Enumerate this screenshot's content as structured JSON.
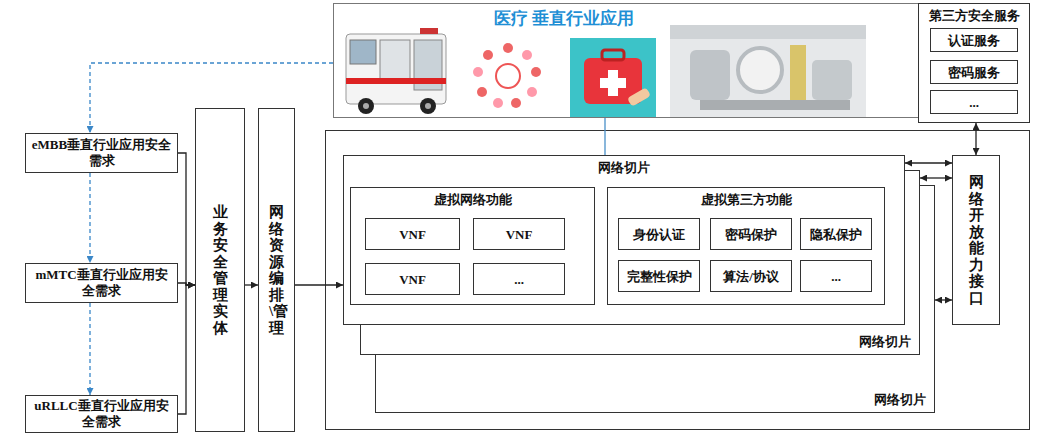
{
  "diagram": {
    "nodes": [
      {
        "text": [
          "医疗 垂直行业应用"
        ]
      },
      {
        "text": [
          "第三方安全服务"
        ]
      },
      {
        "text": [
          "认证服务"
        ],
        "in": 1
      },
      {
        "text": [
          "密码服务"
        ],
        "in": 1
      },
      {
        "text": [
          "..."
        ],
        "in": 1
      },
      {
        "text": [
          "eMBB垂直行业应用安全需求"
        ]
      },
      {
        "text": [
          "mMTC垂直行业应用安全需求"
        ]
      },
      {
        "text": [
          "uRLLC垂直行业应用安全需求"
        ]
      },
      {
        "text": [
          "业务安全管理实体"
        ]
      },
      {
        "text": [
          "网络资源编排\\管理"
        ]
      },
      {
        "text": [
          "网络切片"
        ]
      },
      {
        "text": [
          "虚拟网络功能"
        ],
        "in": 10
      },
      {
        "text": [
          "VNF"
        ],
        "in": 11
      },
      {
        "text": [
          "VNF"
        ],
        "in": 11
      },
      {
        "text": [
          "VNF"
        ],
        "in": 11
      },
      {
        "text": [
          "..."
        ],
        "in": 11
      },
      {
        "text": [
          "虚拟第三方功能"
        ],
        "in": 10
      },
      {
        "text": [
          "身份认证"
        ],
        "in": 16
      },
      {
        "text": [
          "密码保护"
        ],
        "in": 16
      },
      {
        "text": [
          "隐私保护"
        ],
        "in": 16
      },
      {
        "text": [
          "完整性保护"
        ],
        "in": 16
      },
      {
        "text": [
          "算法/协议"
        ],
        "in": 16
      },
      {
        "text": [
          "..."
        ],
        "in": 16
      },
      {
        "text": [
          "网络切片"
        ]
      },
      {
        "text": [
          "网络切片"
        ]
      },
      {
        "text": [
          "网络开放能力接口"
        ]
      }
    ],
    "edges": [
      {
        "from": 0,
        "to": 5,
        "arrow": "to"
      },
      {
        "from": 5,
        "to": 6,
        "arrow": "to"
      },
      {
        "from": 6,
        "to": 7,
        "arrow": "to"
      },
      {
        "from": 5,
        "to": 8,
        "arrow": "to"
      },
      {
        "from": 6,
        "to": 8,
        "arrow": "to"
      },
      {
        "from": 7,
        "to": 8,
        "arrow": "to"
      },
      {
        "from": 8,
        "to": 9,
        "arrow": "to"
      },
      {
        "from": 9,
        "to": 10,
        "arrow": "to"
      },
      {
        "from": 0,
        "to": 10,
        "arrow": "none"
      },
      {
        "from": 11,
        "to": 16,
        "arrow": "both"
      },
      {
        "from": 10,
        "to": 25,
        "arrow": "both"
      },
      {
        "from": 23,
        "to": 25,
        "arrow": "both"
      },
      {
        "from": 24,
        "to": 25,
        "arrow": "both"
      },
      {
        "from": 1,
        "to": 25,
        "arrow": "both"
      }
    ]
  }
}
